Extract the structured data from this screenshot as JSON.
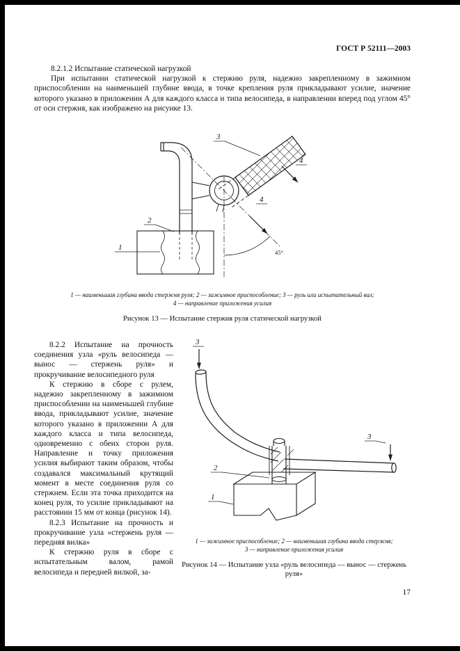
{
  "header": {
    "doc_code": "ГОСТ Р 52111—2003"
  },
  "intro": {
    "heading": "8.2.1.2 Испытание статической нагрузкой",
    "paragraph": "При испытании статической нагрузкой к стержню руля, надежно закрепленному в зажимном приспособлении на наименьшей глубине ввода, в точке крепления руля прикладывают усилие, значение которого указано в приложении А для каждого класса и типа велосипеда, в направлении вперед под углом 45° от оси стержня, как изображено на рисунке 13."
  },
  "figure13": {
    "legend_line1": "1 — наименьшая глубина ввода стержня руля; 2 — зажимное приспособление; 3 — руль или испытательный вал;",
    "legend_line2": "4 — направление приложения усилия",
    "caption": "Рисунок 13 — Испытание стержня руля статической нагрузкой",
    "callout_1": "1",
    "callout_2": "2",
    "callout_3": "3",
    "callout_4": "4",
    "angle_label": "45°"
  },
  "left_column": {
    "para_822_heading": "8.2.2 Испытание на прочность соединения узла «руль велосипеда — вынос — стержень руля» и прокручивание велосипедного руля",
    "para_822_body": "К стержню в сборе с рулем, надежно закрепленному в зажимном приспособлении на наименьшей глубине ввода, прикладывают усилие, значение которого указано в приложении А для каждого класса и типа велосипеда, одновременно с обеих сторон руля. Направление и точку приложения усилия выбирают таким образом, чтобы создавался максимальный крутящий момент в месте соединения руля со стержнем. Если эта точка приходится на конец руля, то усилие прикладывают на расстоянии 15 мм от конца (рисунок 14).",
    "para_823_heading": "8.2.3 Испытание на прочность и прокручивание узла «стержень руля — передняя вилка»",
    "para_823_body": "К стержню руля в сборе с испытательным валом, рамой велосипеда и передней вилкой, за-"
  },
  "figure14": {
    "legend_line1": "1 — зажимное приспособление; 2 — наименьшая глубина ввода стержня;",
    "legend_line2": "3 — направление приложения усилия",
    "caption": "Рисунок 14 — Испытание узла «руль велосипеда — вынос — стержень руля»",
    "callout_1": "1",
    "callout_2": "2",
    "callout_3": "3"
  },
  "footer": {
    "page_number": "17"
  }
}
